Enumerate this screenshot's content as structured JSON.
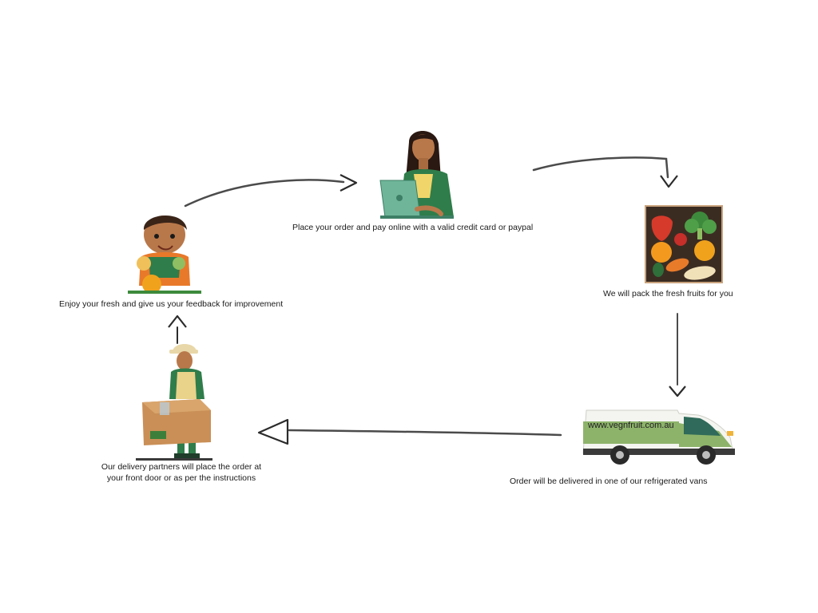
{
  "steps": {
    "order": {
      "caption": "Place your order and pay online with a valid credit card or paypal"
    },
    "pack": {
      "caption": "We will pack the fresh fruits for you"
    },
    "deliver": {
      "caption": "Order will be delivered in one of our refrigerated vans",
      "van_text": "www.vegnfruit.com.au"
    },
    "doorstep": {
      "caption_line1": "Our delivery partners will place the order at",
      "caption_line2": "your front door or  as per the instructions"
    },
    "enjoy": {
      "caption": "Enjoy your fresh and give us your feedback for improvement"
    }
  },
  "colors": {
    "arrow": "#2b2b2b",
    "green": "#2f7d4a",
    "van_green": "#8db36a",
    "skin": "#b9784a",
    "box": "#c98f56"
  },
  "icons": [
    "woman-laptop-icon",
    "fruit-crate-icon",
    "delivery-van-icon",
    "delivery-man-icon",
    "child-eating-icon"
  ]
}
